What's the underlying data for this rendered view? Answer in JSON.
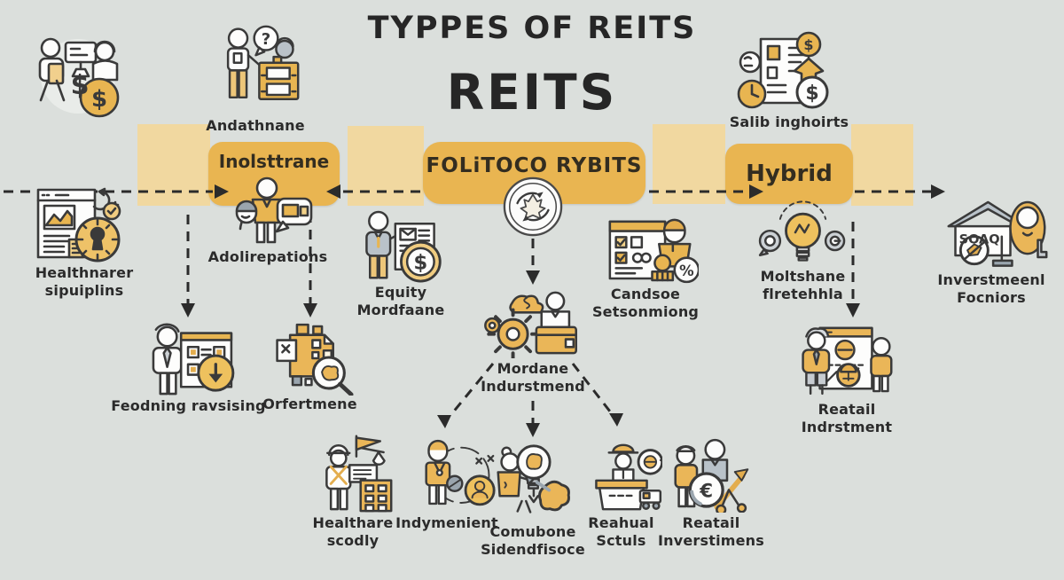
{
  "title": {
    "kicker": "TYPPES OF REITS",
    "heading": "REITS"
  },
  "banners": {
    "left": "Inolsttrane",
    "center": "FOLiTOCO RYBITS",
    "right": "Hybrid"
  },
  "nodes": {
    "andathnane": {
      "label": "Andathnane"
    },
    "salib": {
      "label": "Salib inghoirts"
    },
    "healthnarer": {
      "l1": "Healthnarer",
      "l2": "sipuiplins"
    },
    "adolirepations": {
      "label": "Adolirepations"
    },
    "equity": {
      "l1": "Equity",
      "l2": "Mordfaane"
    },
    "candsoe": {
      "l1": "Candsoe",
      "l2": "Setsonmiong"
    },
    "moltshane": {
      "l1": "Moltshane",
      "l2": "flretehhla"
    },
    "inverstmeenl": {
      "l1": "Inverstmeenl",
      "l2": "Focniors",
      "house_text": "SOAQ"
    },
    "feodning": {
      "label": "Feodning ravsising"
    },
    "orfertmene": {
      "label": "Orfertmene"
    },
    "mordane": {
      "l1": "Mordane",
      "l2": "Indurstmend"
    },
    "reatail_indrstment": {
      "l1": "Reatail",
      "l2": "Indrstment"
    },
    "healthare": {
      "l1": "Healthare",
      "l2": "scodly"
    },
    "indymenient": {
      "label": "Indymenient"
    },
    "comubone": {
      "l1": "Comubone",
      "l2": "Sidendfisoce"
    },
    "reahual": {
      "l1": "Reahual",
      "l2": "Sctuls"
    },
    "reatail_inverstimens": {
      "l1": "Reatail",
      "l2": "Inverstimens"
    }
  },
  "glyphs": {
    "dollar": "$",
    "percent": "%",
    "question": "?",
    "euro": "€"
  },
  "colors": {
    "background": "#dbdfdc",
    "banner_gold": "#e9b551",
    "band_tan": "#f1d8a0",
    "icon_gold": "#e3ad4e",
    "icon_light_gold": "#f0cc80",
    "icon_gray": "#9aa5ae",
    "outline": "#3a3a3a",
    "text": "#2b2b2b"
  }
}
